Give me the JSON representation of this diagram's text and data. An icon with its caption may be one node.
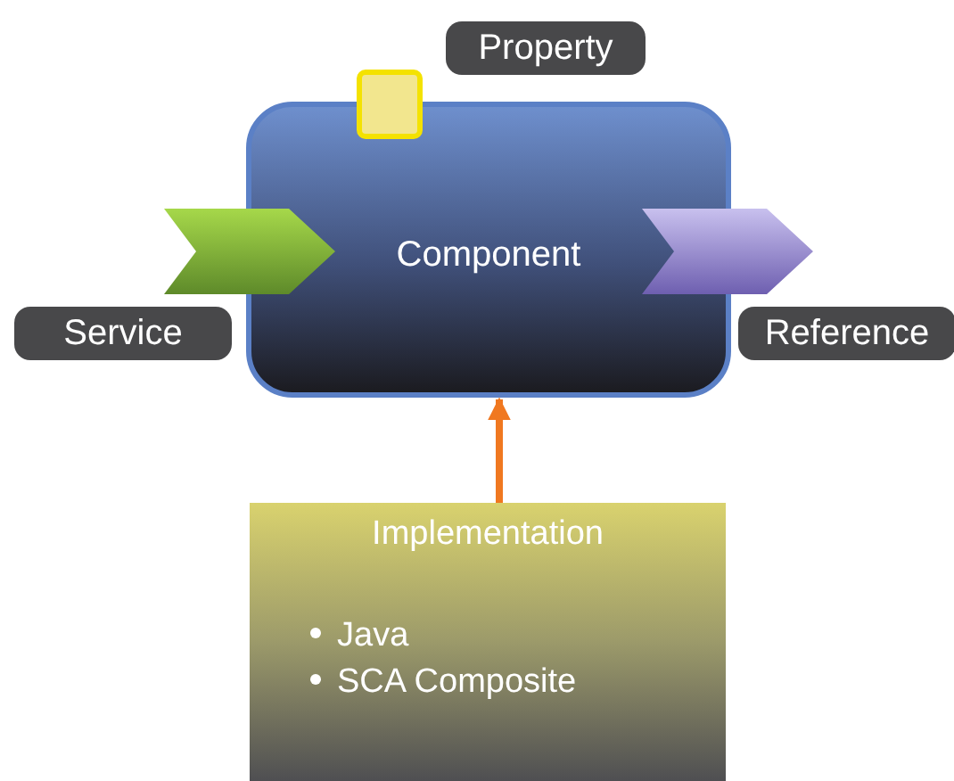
{
  "diagram": {
    "nodes": [
      {
        "text": [
          "Property"
        ]
      },
      {
        "text": [],
        "shape": "box"
      },
      {
        "text": [
          "Component"
        ]
      },
      {
        "text": [],
        "shape": "chevron"
      },
      {
        "text": [],
        "shape": "chevron"
      },
      {
        "text": [
          "Service"
        ]
      },
      {
        "text": [
          "Reference"
        ]
      },
      {
        "text": [
          "Implementation",
          "Java",
          "SCA Composite"
        ]
      }
    ],
    "edges": [
      {
        "from": 7,
        "to": 2,
        "arrow": "to",
        "color": "#f07820"
      }
    ]
  }
}
